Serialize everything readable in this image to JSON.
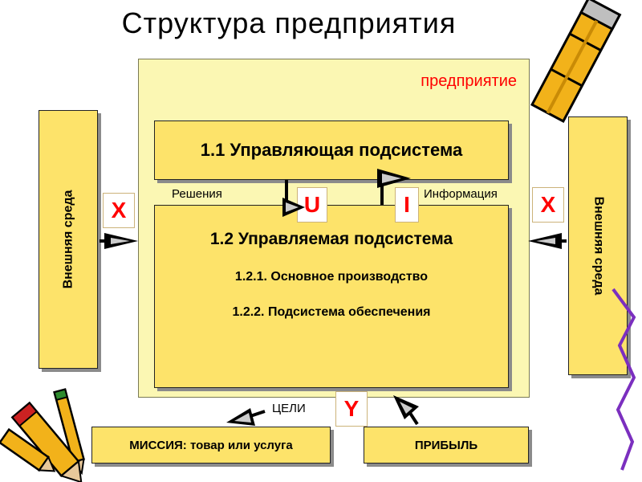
{
  "title": "Структура предприятия",
  "enterprise_label": "предприятие",
  "control_subsystem": "1.1 Управляющая  подсистема",
  "managed_subsystem": {
    "heading": "1.2 Управляемая подсистема",
    "item1": "1.2.1. Основное производство",
    "item2": "1.2.2. Подсистема обеспечения"
  },
  "environment_left": "Внешняя среда",
  "environment_right": "Внешняя среда",
  "labels": {
    "decisions": "Решения",
    "information": "Информация",
    "goals": "ЦЕЛИ"
  },
  "letters": {
    "x_left": "X",
    "x_right": "X",
    "u": "U",
    "i": "I",
    "y": "Y"
  },
  "mission": "МИССИЯ: товар или услуга",
  "profit": "ПРИБЫЛЬ",
  "colors": {
    "box_fill": "#fde36a",
    "enterprise_fill": "#fbf7b3",
    "accent_red": "#ff0000"
  }
}
